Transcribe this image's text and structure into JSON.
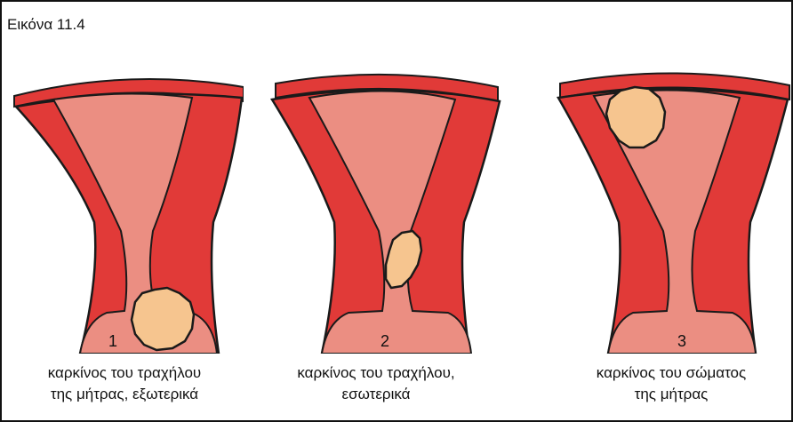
{
  "figure": {
    "title": "Εικόνα 11.4",
    "colors": {
      "wall": "#e13a38",
      "cavity": "#eb8e82",
      "tumor": "#f6c58f",
      "outline": "#1a1a1a"
    },
    "panels": [
      {
        "number": "1",
        "line1": "καρκίνος του τραχήλου",
        "line2": "της μήτρας, εξωτερικά"
      },
      {
        "number": "2",
        "line1": "καρκίνος του τραχήλου,",
        "line2": "εσωτερικά"
      },
      {
        "number": "3",
        "line1": "καρκίνος του σώματος",
        "line2": "της μήτρας"
      }
    ]
  }
}
